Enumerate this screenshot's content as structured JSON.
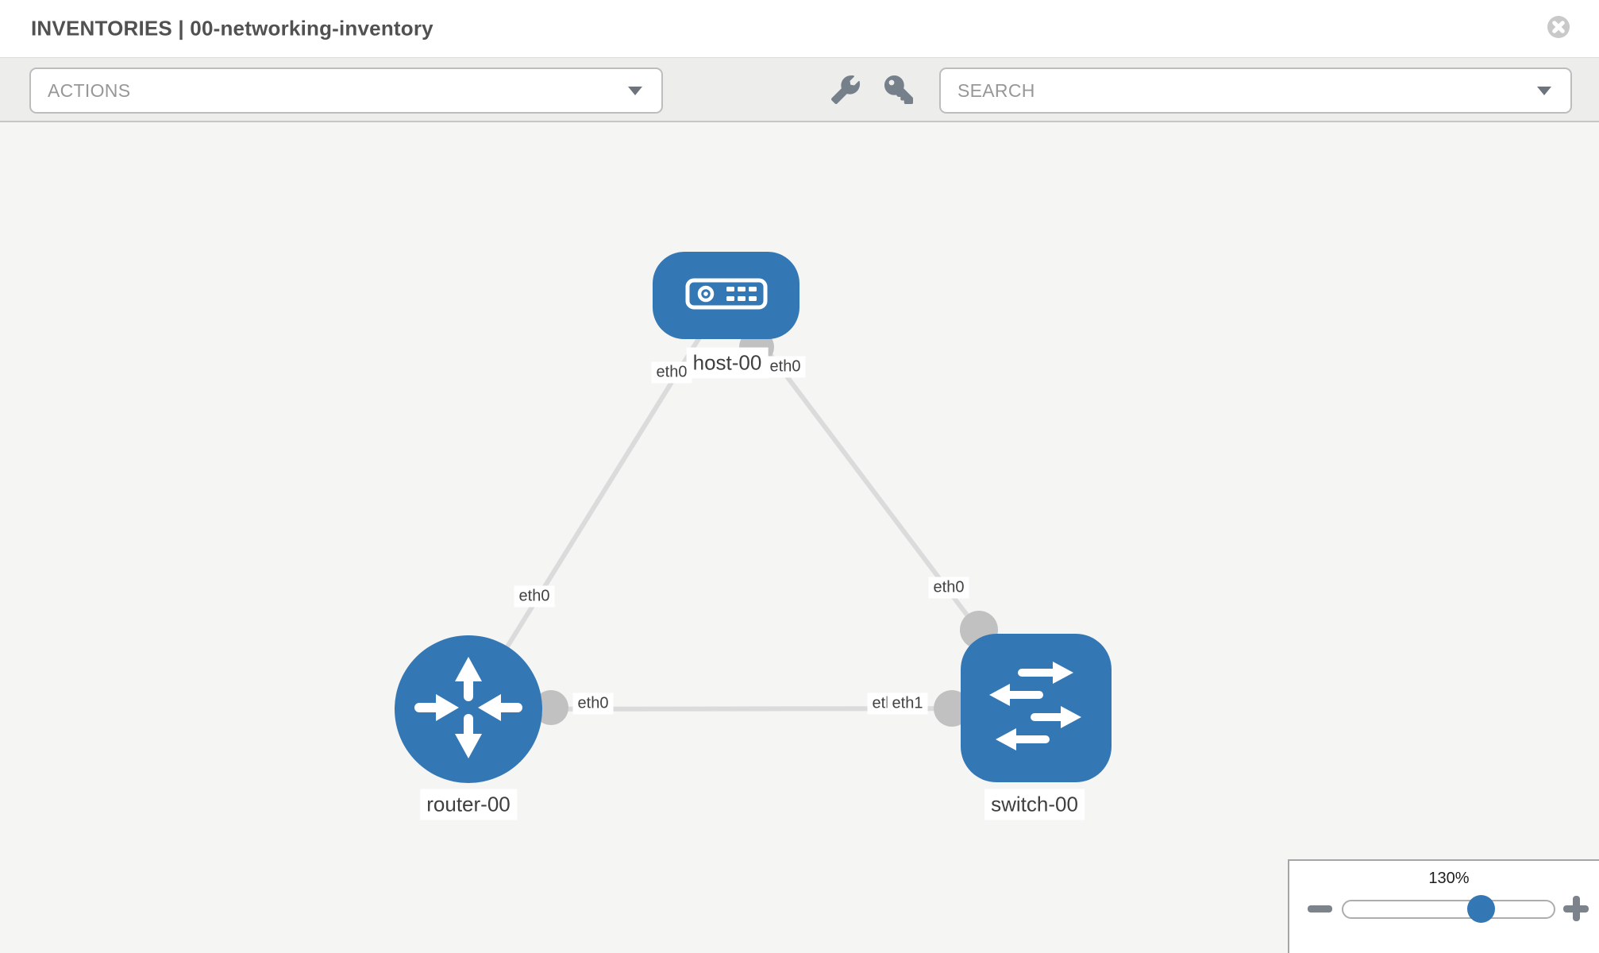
{
  "header": {
    "title": "INVENTORIES | 00-networking-inventory",
    "close_icon": "circle-x"
  },
  "toolbar": {
    "actions_dropdown": {
      "placeholder": "ACTIONS",
      "caret_icon": "chevron-down"
    },
    "wrench_icon": "wrench",
    "key_icon": "key",
    "search_dropdown": {
      "placeholder": "SEARCH",
      "caret_icon": "chevron-down"
    }
  },
  "topology": {
    "nodes": [
      {
        "id": "host-00",
        "label": "host-00",
        "type": "host",
        "icon": "server"
      },
      {
        "id": "router-00",
        "label": "router-00",
        "type": "router",
        "icon": "router-arrows"
      },
      {
        "id": "switch-00",
        "label": "switch-00",
        "type": "switch",
        "icon": "switch-arrows"
      }
    ],
    "links": [
      {
        "from": "host-00",
        "from_interface": "eth0",
        "to": "router-00",
        "to_interface": "eth0"
      },
      {
        "from": "host-00",
        "from_interface": "eth0",
        "to": "switch-00",
        "to_interface": "eth0"
      },
      {
        "from": "router-00",
        "from_interface": "eth0",
        "to": "switch-00",
        "to_interface": "eth1"
      }
    ],
    "occluded_interface_label": "eth0"
  },
  "zoom_control": {
    "value": "130%",
    "percent": 130,
    "minus_icon": "minus",
    "plus_icon": "plus"
  },
  "colors": {
    "node_blue": "#3377b5",
    "link_gray": "#dbdbdb",
    "endpoint_gray": "#c1c1c1",
    "canvas_bg": "#f5f5f4",
    "toolbar_bg": "#ededec",
    "slider_handle_blue": "#3377b5"
  }
}
